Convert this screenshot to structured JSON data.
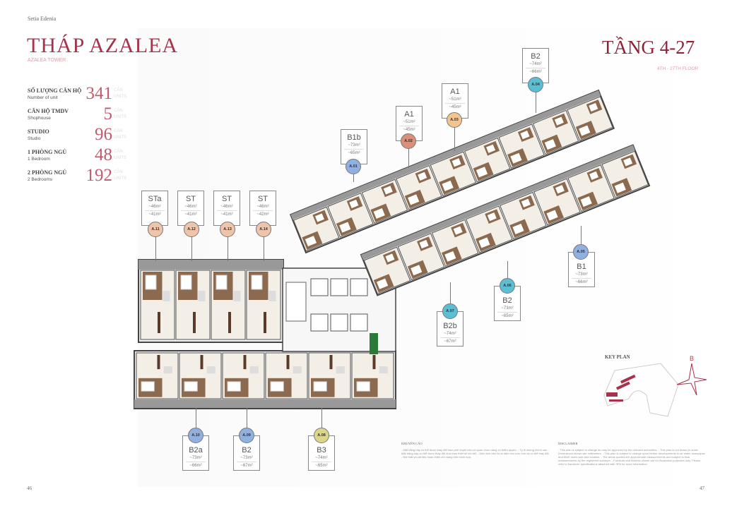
{
  "brand": "Setia Edenia",
  "tower": {
    "title": "THÁP AZALEA",
    "subtitle": "AZALEA TOWER"
  },
  "stats": [
    {
      "vn": "SỐ LƯỢNG CĂN HỘ",
      "en": "Number of unit",
      "value": "341",
      "unit_vn": "CĂN",
      "unit_en": "UNITS"
    },
    {
      "vn": "CĂN HỘ TMDV",
      "en": "Shophouse",
      "value": "5",
      "unit_vn": "CĂN",
      "unit_en": "UNITS"
    },
    {
      "vn": "STUDIO",
      "en": "Studio",
      "value": "96",
      "unit_vn": "CĂN",
      "unit_en": "UNITS"
    },
    {
      "vn": "1 PHÒNG NGỦ",
      "en": "1 Bedroom",
      "value": "48",
      "unit_vn": "CĂN",
      "unit_en": "UNITS"
    },
    {
      "vn": "2 PHÒNG NGỦ",
      "en": "2 Bedrooms",
      "value": "192",
      "unit_vn": "CĂN",
      "unit_en": "UNITS"
    }
  ],
  "floor": {
    "title": "TẦNG 4-27",
    "subtitle": "4TH - 27TH FLOOR"
  },
  "units": [
    {
      "code": "A.01",
      "type": "B1b",
      "gross": "~73m²",
      "net": "~65m²",
      "color": "#8fb0e0"
    },
    {
      "code": "A.02",
      "type": "A1",
      "gross": "~51m²",
      "net": "~45m²",
      "color": "#d98f78"
    },
    {
      "code": "A.03",
      "type": "A1",
      "gross": "~51m²",
      "net": "~45m²",
      "color": "#f2c48e"
    },
    {
      "code": "A.04",
      "type": "B2",
      "gross": "~74m²",
      "net": "~66m²",
      "color": "#5bbfd4"
    },
    {
      "code": "A.05",
      "type": "B1",
      "gross": "~73m²",
      "net": "~66m²",
      "color": "#8fb0e0"
    },
    {
      "code": "A.06",
      "type": "B2",
      "gross": "~73m²",
      "net": "~65m²",
      "color": "#5bbfd4"
    },
    {
      "code": "A.07",
      "type": "B2b",
      "gross": "~74m²",
      "net": "~67m²",
      "color": "#5bbfd4"
    },
    {
      "code": "A.08",
      "type": "B3",
      "gross": "~74m²",
      "net": "~65m²",
      "color": "#dcd68a"
    },
    {
      "code": "A.09",
      "type": "B2",
      "gross": "~73m²",
      "net": "~67m²",
      "color": "#8fb0e0"
    },
    {
      "code": "A.10",
      "type": "B2a",
      "gross": "~73m²",
      "net": "~66m²",
      "color": "#8fb0e0"
    },
    {
      "code": "A.11",
      "type": "STa",
      "gross": "~46m²",
      "net": "~41m²",
      "color": "#f0c4a8"
    },
    {
      "code": "A.12",
      "type": "ST",
      "gross": "~46m²",
      "net": "~41m²",
      "color": "#f0c4a8"
    },
    {
      "code": "A.13",
      "type": "ST",
      "gross": "~46m²",
      "net": "~41m²",
      "color": "#f0c4a8"
    },
    {
      "code": "A.14",
      "type": "ST",
      "gross": "~46m²",
      "net": "~42m²",
      "color": "#f0c4a8"
    }
  ],
  "key_plan": {
    "label": "KEY PLAN",
    "compass": "B",
    "highlight_color": "#a7324a"
  },
  "notes_vn": {
    "title": "KHUYẾN CÁO",
    "text": "- Mặt bằng này có thể được thay đổi theo phê duyệt của cơ quan chức năng có thẩm quyền. - Tỷ lệ không chính xác. - Mặt bằng này có thể được thay đổi dựa theo thiết kế chi tiết. - Diện tích căn hộ là diện tích ước tính và có thể thay đổi. - Nội thất và vật liệu hoàn thiện chỉ mang tính minh họa."
  },
  "notes_en": {
    "title": "DISCLAIMER",
    "text": "- This plan is subject to change as may be approved by the relevant authorities. - This plan is not drawn to scale. Dimensions shown are millimeters. - This plan is subject to change upon further developments to air water downpipes and M&E risers size and location. - The areas quoted are approximate measurements and subject to final measurements by the registered surveyor. - Furniture and finishes shown are for illustration purposes only. Please refer to handover specifications attached with SPA for more information."
  },
  "pages": {
    "left": "46",
    "right": "47"
  }
}
